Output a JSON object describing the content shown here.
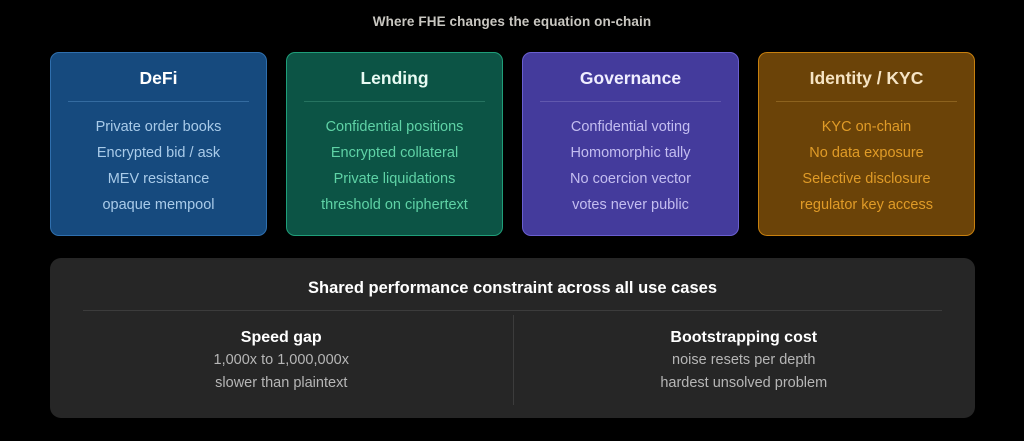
{
  "header": {
    "title": "Where FHE changes the equation on-chain",
    "title_color": "#c9c7c1"
  },
  "cards": [
    {
      "title": "DeFi",
      "bg": "#164a7e",
      "border": "#2f6fae",
      "title_color": "#ffffff",
      "item_color": "#a9cbe9",
      "divider_color": "#4f86bb",
      "items": [
        "Private order books",
        "Encrypted bid / ask",
        "MEV resistance",
        "opaque mempool"
      ]
    },
    {
      "title": "Lending",
      "bg": "#0c5445",
      "border": "#1f9e79",
      "title_color": "#e8fbf3",
      "item_color": "#5fd3a6",
      "divider_color": "#3d8c76",
      "items": [
        "Confidential positions",
        "Encrypted collateral",
        "Private liquidations",
        "threshold on ciphertext"
      ]
    },
    {
      "title": "Governance",
      "bg": "#443b9c",
      "border": "#6a5fd0",
      "title_color": "#f0eeff",
      "item_color": "#c3bdf0",
      "divider_color": "#7a71bd",
      "items": [
        "Confidential voting",
        "Homomorphic tally",
        "No coercion vector",
        "votes never public"
      ]
    },
    {
      "title": "Identity / KYC",
      "bg": "#6b4308",
      "border": "#c8800e",
      "title_color": "#f6e4c4",
      "item_color": "#e09b27",
      "divider_color": "#a87c32",
      "items": [
        "KYC on-chain",
        "No data exposure",
        "Selective disclosure",
        "regulator key access"
      ]
    }
  ],
  "panel": {
    "bg": "#262626",
    "title": "Shared performance constraint across all use cases",
    "columns": [
      {
        "title": "Speed gap",
        "lines": [
          "1,000x to 1,000,000x",
          "slower than plaintext"
        ]
      },
      {
        "title": "Bootstrapping cost",
        "lines": [
          "noise resets per depth",
          "hardest unsolved problem"
        ]
      }
    ]
  }
}
